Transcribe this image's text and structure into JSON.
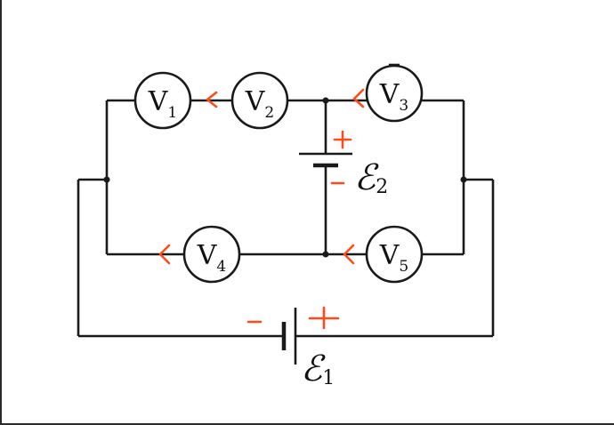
{
  "voltmeters": [
    {
      "letter": "V",
      "sub": "1"
    },
    {
      "letter": "V",
      "sub": "2"
    },
    {
      "letter": "V",
      "sub": "3"
    },
    {
      "letter": "V",
      "sub": "4"
    },
    {
      "letter": "V",
      "sub": "5"
    }
  ],
  "batteries": [
    {
      "symbol": "ℰ",
      "sub": "1"
    },
    {
      "symbol": "ℰ",
      "sub": "2"
    }
  ],
  "colors": {
    "wire": "#1a1a1a",
    "annotation": "#ff4a1c"
  }
}
